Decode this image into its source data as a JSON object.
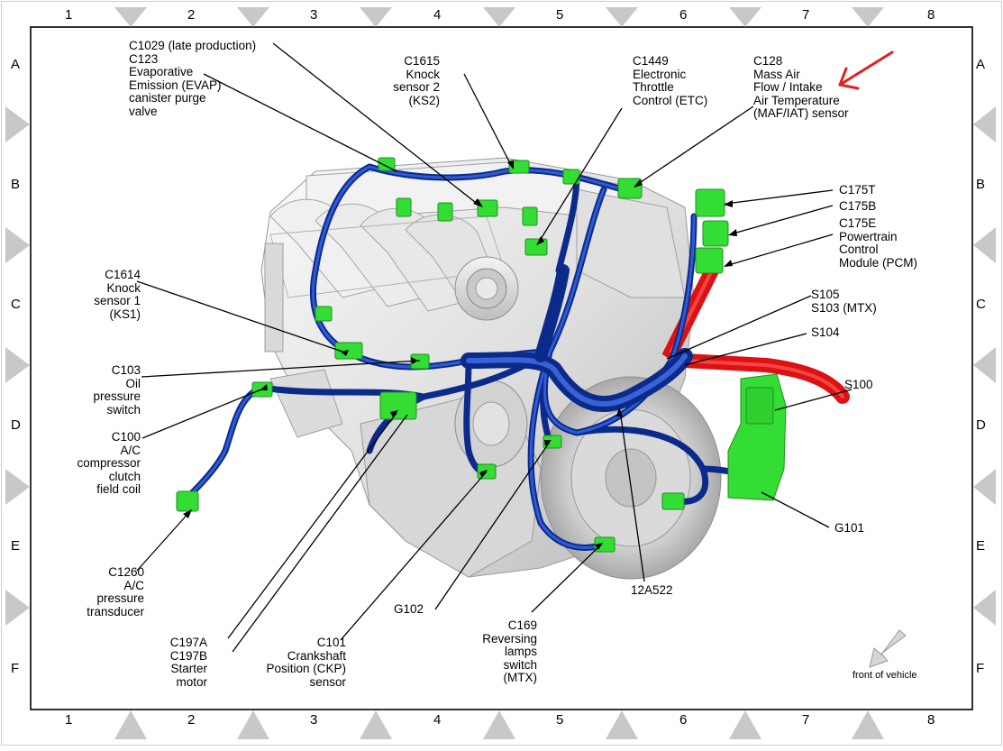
{
  "grid": {
    "columns": [
      "1",
      "2",
      "3",
      "4",
      "5",
      "6",
      "7",
      "8"
    ],
    "rows": [
      "A",
      "B",
      "C",
      "D",
      "E",
      "F"
    ]
  },
  "labels": {
    "c1029": "C1029 (late production)\nC123\nEvaporative\nEmission (EVAP)\ncanister purge\nvalve",
    "c1615": "C1615\nKnock\nsensor 2\n(KS2)",
    "c1449": "C1449\nElectronic\nThrottle\nControl (ETC)",
    "c128": "C128\nMass Air\nFlow / Intake\nAir Temperature\n(MAF/IAT) sensor",
    "c175t": "C175T",
    "c175b": "C175B",
    "c175e": "C175E\nPowertrain\nControl\nModule (PCM)",
    "s105": "S105\nS103 (MTX)",
    "s104": "S104",
    "s100": "S100",
    "c1614": "C1614\nKnock\nsensor 1\n(KS1)",
    "c103": "C103\nOil\npressure\nswitch",
    "c100": "C100\nA/C\ncompressor\nclutch\nfield coil",
    "c1260": "C1260\nA/C\npressure\ntransducer",
    "g101": "G101",
    "g102": "G102",
    "a12a522": "12A522",
    "c169": "C169\nReversing\nlamps\nswitch\n(MTX)",
    "c101": "C101\nCrankshaft\nPosition (CKP)\nsensor",
    "c197": "C197A\nC197B\nStarter\nmotor",
    "front_of_vehicle": "front of vehicle"
  },
  "colors": {
    "harness": "#1d3fb0",
    "harness_dark": "#0b2a8a",
    "connector": "#33dd33",
    "hose_red": "#dd1111",
    "annotation_arrow": "#e02020",
    "engine_light": "#eeeeee",
    "engine_shade": "#c6c6c6",
    "grid_marker": "#c8c8c8"
  }
}
